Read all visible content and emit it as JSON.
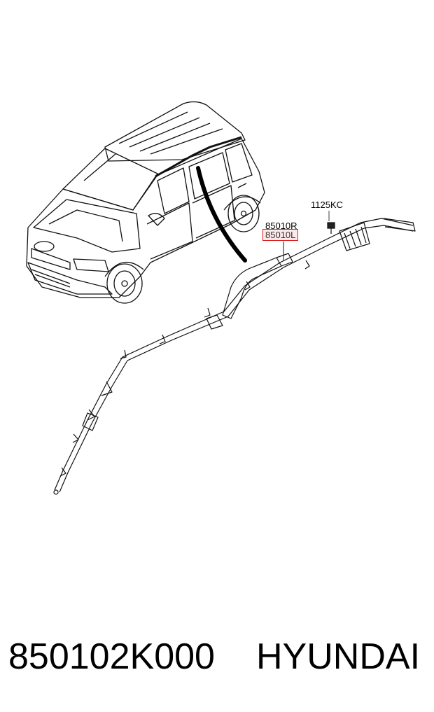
{
  "diagram": {
    "callouts": {
      "bolt": "1125KC",
      "right_part": "85010R",
      "left_part": "85010L"
    },
    "highlight_color": "#d81c1c"
  },
  "footer": {
    "part_number": "850102K000",
    "brand": "HYUNDAI"
  }
}
